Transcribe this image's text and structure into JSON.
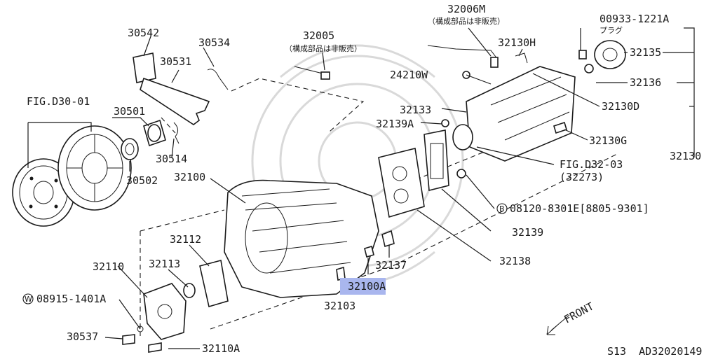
{
  "labels": {
    "p30542": "30542",
    "p30534": "30534",
    "p30531": "30531",
    "p32005": "32005",
    "p32005_note": "（構成部品は非販売）",
    "p32006M": "32006M",
    "p32006M_note": "（構成部品は非販売）",
    "p00933": "00933-1221A",
    "p00933_note": "プラグ",
    "p32130H": "32130H",
    "p24210W": "24210W",
    "p32135": "32135",
    "p32136": "32136",
    "p32130D": "32130D",
    "p32133": "32133",
    "p32139A": "32139A",
    "p32130G": "32130G",
    "p32130": "32130",
    "figD30": "FIG.D30-01",
    "p30501": "30501",
    "p30514": "30514",
    "p30502": "30502",
    "p32100": "32100",
    "figD32": "FIG.D32-03",
    "figD32_sub": "(32273)",
    "b_mark": "B",
    "p08120": "08120-8301E[8805-9301]",
    "p32139": "32139",
    "p32112": "32112",
    "p32110": "32110",
    "p32113": "32113",
    "p32137": "32137",
    "p32138": "32138",
    "p32100A": "32100A",
    "w_mark": "W",
    "p08915": "08915-1401A",
    "p32103": "32103",
    "p30537": "30537",
    "p32110A": "32110A",
    "front": "FRONT",
    "footer": "S13  AD32020149"
  },
  "highlight_color": "#a9b6ee",
  "line_color": "#1a1a1a",
  "watermark_color": "#d9d9d9"
}
